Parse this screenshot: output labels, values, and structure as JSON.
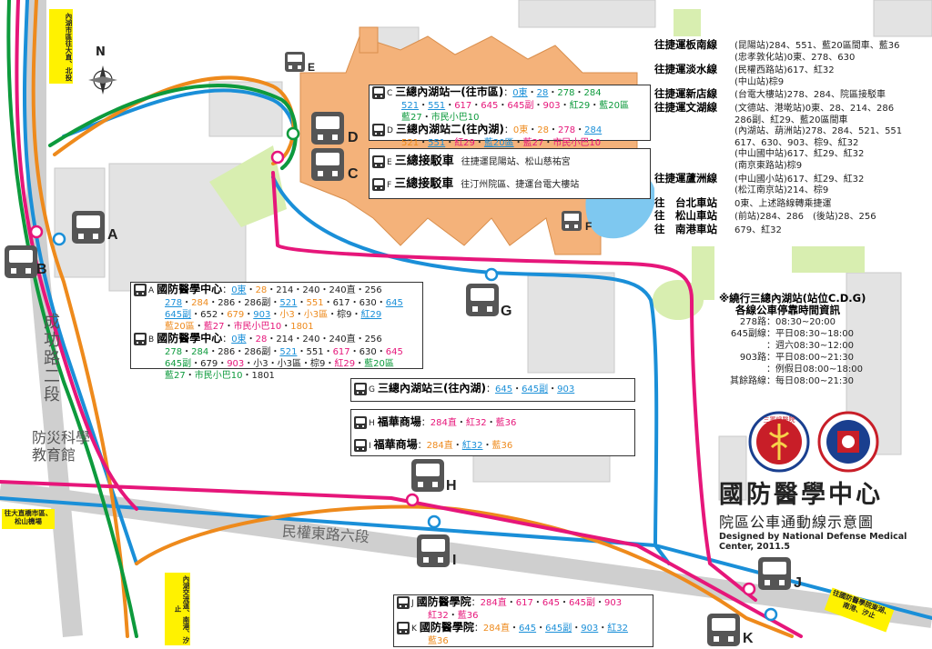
{
  "compass_label": "N",
  "streets": {
    "chenggong": "成功路二段",
    "minquan": "民權東路六段"
  },
  "buildings": {
    "disaster_center": [
      "防災科學",
      "教育館"
    ]
  },
  "direction_signs": {
    "top_left": "內湖市區往大直、北投",
    "left_mid": "往大直橋市區、松山機場",
    "bottom_mid": "內湖交流道、南港、汐止",
    "bottom_right": "往國防醫學院東湖、南港、汐止"
  },
  "markers": {
    "A": "A",
    "B": "B",
    "C": "C",
    "D": "D",
    "E": "E",
    "F": "F",
    "G": "G",
    "H": "H",
    "I": "I",
    "J": "J",
    "K": "K"
  },
  "stops": {
    "cd": [
      {
        "letter": "C",
        "name": "三總內湖站一(往市區)",
        "routes": [
          [
            {
              "t": "0東",
              "c": "b"
            },
            {
              "t": "28",
              "c": "b"
            },
            {
              "t": "278",
              "c": "g"
            },
            {
              "t": "284",
              "c": "g"
            }
          ],
          [
            {
              "t": "521",
              "c": "b"
            },
            {
              "t": "551",
              "c": "b"
            },
            {
              "t": "617",
              "c": "m"
            },
            {
              "t": "645",
              "c": "m"
            },
            {
              "t": "645副",
              "c": "m"
            },
            {
              "t": "903",
              "c": "m"
            },
            {
              "t": "紅29",
              "c": "g"
            },
            {
              "t": "藍20區",
              "c": "g"
            }
          ],
          [
            {
              "t": "藍27",
              "c": "g"
            },
            {
              "t": "市民小巴10",
              "c": "g"
            }
          ]
        ]
      },
      {
        "letter": "D",
        "name": "三總內湖站二(往內湖)",
        "routes": [
          [
            {
              "t": "0東",
              "c": "o"
            },
            {
              "t": "28",
              "c": "o"
            },
            {
              "t": "278",
              "c": "m"
            },
            {
              "t": "284",
              "c": "b"
            }
          ],
          [
            {
              "t": "521",
              "c": "o"
            },
            {
              "t": "551",
              "c": "b"
            },
            {
              "t": "紅29",
              "c": "m"
            },
            {
              "t": "藍20區",
              "c": "b"
            },
            {
              "t": "藍27",
              "c": "m"
            },
            {
              "t": "市民小巴10",
              "c": "m"
            }
          ]
        ]
      }
    ],
    "ef": [
      {
        "letter": "E",
        "name": "三總接駁車",
        "desc": "往捷運昆陽站、松山慈祐宮"
      },
      {
        "letter": "F",
        "name": "三總接駁車",
        "desc": "往汀州院區、捷運台電大樓站"
      }
    ],
    "ab": [
      {
        "letter": "A",
        "name": "國防醫學中心",
        "routes": [
          [
            {
              "t": "0東",
              "c": "b"
            },
            {
              "t": "28",
              "c": "o"
            },
            {
              "t": "214",
              "c": "k"
            },
            {
              "t": "240",
              "c": "k"
            },
            {
              "t": "240直",
              "c": "k"
            },
            {
              "t": "256",
              "c": "k"
            }
          ],
          [
            {
              "t": "278",
              "c": "b"
            },
            {
              "t": "284",
              "c": "o"
            },
            {
              "t": "286",
              "c": "k"
            },
            {
              "t": "286副",
              "c": "k"
            },
            {
              "t": "521",
              "c": "b"
            },
            {
              "t": "551",
              "c": "o"
            },
            {
              "t": "617",
              "c": "k"
            },
            {
              "t": "630",
              "c": "k"
            },
            {
              "t": "645",
              "c": "b"
            }
          ],
          [
            {
              "t": "645副",
              "c": "b"
            },
            {
              "t": "652",
              "c": "k"
            },
            {
              "t": "679",
              "c": "o"
            },
            {
              "t": "903",
              "c": "b"
            },
            {
              "t": "小3",
              "c": "o"
            },
            {
              "t": "小3區",
              "c": "o"
            },
            {
              "t": "棕9",
              "c": "k"
            },
            {
              "t": "紅29",
              "c": "b"
            }
          ],
          [
            {
              "t": "藍20區",
              "c": "o"
            },
            {
              "t": "藍27",
              "c": "m"
            },
            {
              "t": "市民小巴10",
              "c": "m"
            },
            {
              "t": "1801",
              "c": "o"
            }
          ]
        ]
      },
      {
        "letter": "B",
        "name": "國防醫學中心",
        "routes": [
          [
            {
              "t": "0東",
              "c": "b"
            },
            {
              "t": "28",
              "c": "m"
            },
            {
              "t": "214",
              "c": "k"
            },
            {
              "t": "240",
              "c": "k"
            },
            {
              "t": "240直",
              "c": "k"
            },
            {
              "t": "256",
              "c": "k"
            }
          ],
          [
            {
              "t": "278",
              "c": "g"
            },
            {
              "t": "284",
              "c": "g"
            },
            {
              "t": "286",
              "c": "k"
            },
            {
              "t": "286副",
              "c": "k"
            },
            {
              "t": "521",
              "c": "b"
            },
            {
              "t": "551",
              "c": "k"
            },
            {
              "t": "617",
              "c": "m"
            },
            {
              "t": "630",
              "c": "k"
            },
            {
              "t": "645",
              "c": "m"
            }
          ],
          [
            {
              "t": "645副",
              "c": "g"
            },
            {
              "t": "679",
              "c": "k"
            },
            {
              "t": "903",
              "c": "m"
            },
            {
              "t": "小3",
              "c": "k"
            },
            {
              "t": "小3區",
              "c": "k"
            },
            {
              "t": "棕9",
              "c": "k"
            },
            {
              "t": "紅29",
              "c": "m"
            },
            {
              "t": "藍20區",
              "c": "g"
            }
          ],
          [
            {
              "t": "藍27",
              "c": "g"
            },
            {
              "t": "市民小巴10",
              "c": "g"
            },
            {
              "t": "1801",
              "c": "k"
            }
          ]
        ]
      }
    ],
    "g": {
      "letter": "G",
      "name": "三總內湖站三(往內湖)",
      "routes": [
        {
          "t": "645",
          "c": "b"
        },
        {
          "t": "645副",
          "c": "b"
        },
        {
          "t": "903",
          "c": "b"
        }
      ]
    },
    "hi": [
      {
        "letter": "H",
        "name": "福華商場",
        "routes": [
          {
            "t": "284直",
            "c": "m"
          },
          {
            "t": "紅32",
            "c": "m"
          },
          {
            "t": "藍36",
            "c": "m"
          }
        ]
      },
      {
        "letter": "I",
        "name": "福華商場",
        "routes": [
          {
            "t": "284直",
            "c": "o"
          },
          {
            "t": "紅32",
            "c": "b"
          },
          {
            "t": "藍36",
            "c": "o"
          }
        ]
      }
    ],
    "jk": [
      {
        "letter": "J",
        "name": "國防醫學院",
        "routes": [
          [
            {
              "t": "284直",
              "c": "m"
            },
            {
              "t": "617",
              "c": "m"
            },
            {
              "t": "645",
              "c": "m"
            },
            {
              "t": "645副",
              "c": "m"
            },
            {
              "t": "903",
              "c": "m"
            }
          ],
          [
            {
              "t": "紅32",
              "c": "m"
            },
            {
              "t": "藍36",
              "c": "m"
            }
          ]
        ]
      },
      {
        "letter": "K",
        "name": "國防醫學院",
        "routes": [
          [
            {
              "t": "284直",
              "c": "o"
            },
            {
              "t": "645",
              "c": "b"
            },
            {
              "t": "645副",
              "c": "b"
            },
            {
              "t": "903",
              "c": "b"
            },
            {
              "t": "紅32",
              "c": "b"
            }
          ],
          [
            {
              "t": "藍36",
              "c": "o"
            }
          ]
        ]
      }
    ]
  },
  "transfer": [
    {
      "line": "往捷運板南線",
      "entries": [
        "(昆陽站)284、551、藍20區間車、藍36",
        "(忠孝敦化站)0東、278、630"
      ]
    },
    {
      "line": "往捷運淡水線",
      "entries": [
        "(民權西路站)617、紅32",
        "(中山站)棕9"
      ]
    },
    {
      "line": "往捷運新店線",
      "entries": [
        "(台電大樓站)278、284、院區接駁車"
      ]
    },
    {
      "line": "往捷運文湖線",
      "entries": [
        "(文德站、港墘站)0東、28、214、286",
        "286副、紅29、藍20區間車",
        "(內湖站、葫洲站)278、284、521、551",
        "617、630、903、棕9、紅32",
        "(中山國中站)617、紅29、紅32",
        "(南京東路站)棕9"
      ]
    },
    {
      "line": "往捷運蘆洲線",
      "entries": [
        "(中山國小站)617、紅29、紅32",
        "(松江南京站)214、棕9"
      ]
    },
    {
      "line": "往　台北車站",
      "entries": [
        "0東、上述路線轉乘捷運"
      ]
    },
    {
      "line": "往　松山車站",
      "entries": [
        "(前站)284、286　(後站)28、256"
      ]
    },
    {
      "line": "往　南港車站",
      "entries": [
        "679、紅32"
      ]
    }
  ],
  "hours": {
    "title1": "※繞行三總內湖站(站位C.D.G)",
    "title2": "各線公車停靠時間資訊",
    "rows": [
      {
        "route": "278路",
        "time": "08:30~20:00"
      },
      {
        "route": "645副線",
        "time": "平日08:30~18:00"
      },
      {
        "route": "",
        "time": "週六08:30~12:00"
      },
      {
        "route": "903路",
        "time": "平日08:00~21:30"
      },
      {
        "route": "",
        "time": "例假日08:00~18:00"
      },
      {
        "route": "其餘路線",
        "time": "每日08:00~21:30"
      }
    ]
  },
  "title": {
    "main": "國防醫學中心",
    "sub": "院區公車通動線示意圖",
    "credit": "Designed by National Defense Medical Center, 2011.5"
  },
  "logo_left": "三軍總醫院",
  "logo_right": "國防醫學院 NATIONAL DEFENSE MEDICAL CENTER",
  "colors": {
    "blue": "#1a8fd8",
    "orange": "#ee8a1c",
    "magenta": "#e6167a",
    "green": "#0d9a3c",
    "building": "#f4b27a",
    "park": "#d8eeb0"
  }
}
